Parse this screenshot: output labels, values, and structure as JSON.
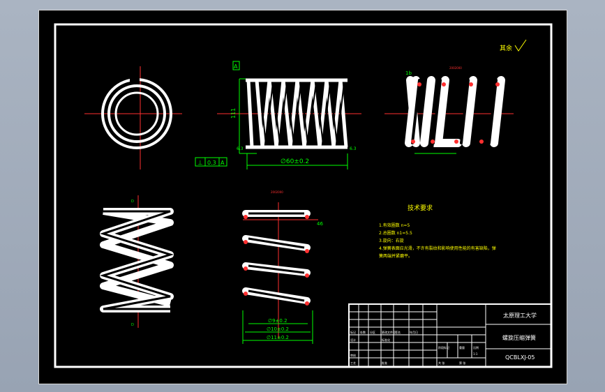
{
  "drawing": {
    "roughness_symbol_label": "其余",
    "roughness_value_topright": "",
    "datum_letter": "A",
    "flatness_tol": "0.3",
    "flatness_datum": "A",
    "dim_free_length": "111",
    "dim_pitch_outer": "∅60±0.2",
    "dim_b": "∅9±0.2",
    "dim_c": "∅10±0.2",
    "dim_d": "∅11±0.2",
    "dim_small_1b": "1b",
    "dim_small_right": "46",
    "roughness_left": "6.3",
    "roughness_right": "6.3",
    "scale_note_top": "2002000",
    "scale_note_mid": "2002000"
  },
  "tech_requirements": {
    "title": "技术要求",
    "lines": [
      "1.有效圈数 n=5",
      "2.总圈数 n1=5.5",
      "3.旋向：右旋",
      "4.弹簧表面应光滑，不许有裂纹和影响使用性能的有害缺陷，弹",
      "  簧两端并紧磨平。"
    ]
  },
  "title_block": {
    "school": "太原理工大学",
    "part_name": "螺旋压缩弹簧",
    "drawing_no": "QCBLXJ-05",
    "small_texts": [
      "标记",
      "处数",
      "分区",
      "更改文件号",
      "签名",
      "年月日",
      "设计",
      "标准化",
      "阶段标记",
      "重量",
      "比例",
      "审核",
      "工艺",
      "批准",
      "共 张",
      "第 张",
      "1:1"
    ]
  }
}
